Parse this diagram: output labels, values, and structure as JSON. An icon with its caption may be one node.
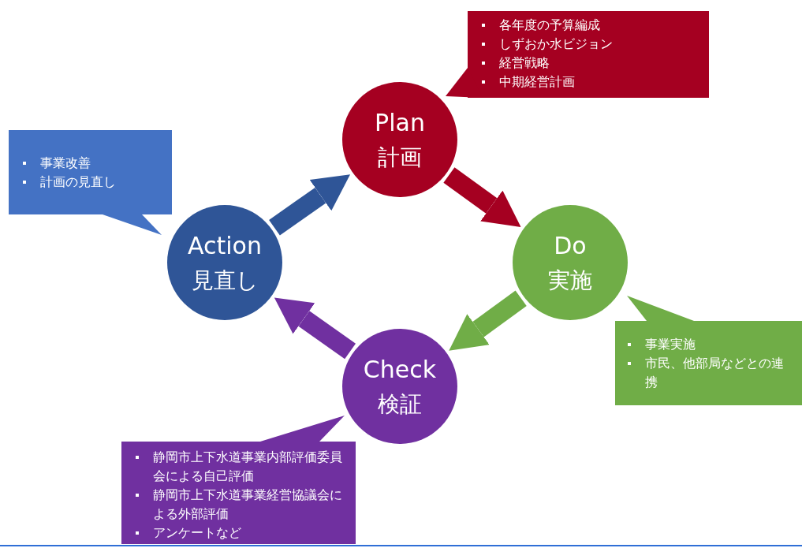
{
  "diagram": {
    "nodes": [
      {
        "text": [
          "Plan",
          "計画"
        ]
      },
      {
        "text": [
          "Do",
          "実施"
        ]
      },
      {
        "text": [
          "Check",
          "検証"
        ]
      },
      {
        "text": [
          "Action",
          "見直し"
        ]
      },
      {
        "text": [
          "各年度の予算編成",
          "しずおか水ビジョン",
          "経営戦略",
          "中期経営計画"
        ]
      },
      {
        "text": [
          "事業実施",
          "市民、他部局などとの連携"
        ]
      },
      {
        "text": [
          "静岡市上下水道事業内部評価委員会による自己評価",
          "静岡市上下水道事業経営協議会による外部評価",
          "アンケートなど"
        ]
      },
      {
        "text": [
          "事業改善",
          "計画の見直し"
        ]
      }
    ],
    "edges": [
      {
        "from": 0,
        "to": 1,
        "arrow": "to",
        "color": "#a50021"
      },
      {
        "from": 1,
        "to": 2,
        "arrow": "to",
        "color": "#70ad47"
      },
      {
        "from": 2,
        "to": 3,
        "arrow": "to",
        "color": "#7030a0"
      },
      {
        "from": 3,
        "to": 0,
        "arrow": "to",
        "color": "#2f5597"
      }
    ]
  }
}
